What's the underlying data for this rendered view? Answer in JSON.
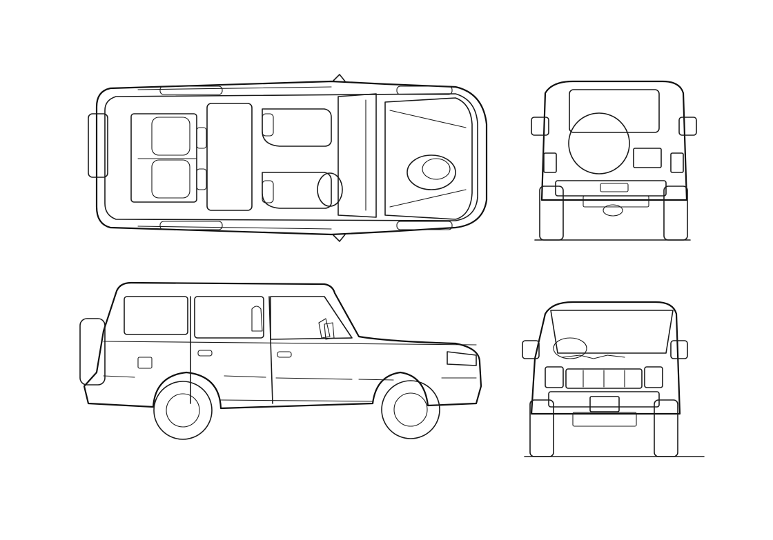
{
  "drawing": {
    "views": [
      {
        "id": "top-view"
      },
      {
        "id": "rear-view"
      },
      {
        "id": "side-view"
      },
      {
        "id": "front-view"
      }
    ],
    "line_color": "#1a1a1a",
    "background": "#ffffff"
  }
}
